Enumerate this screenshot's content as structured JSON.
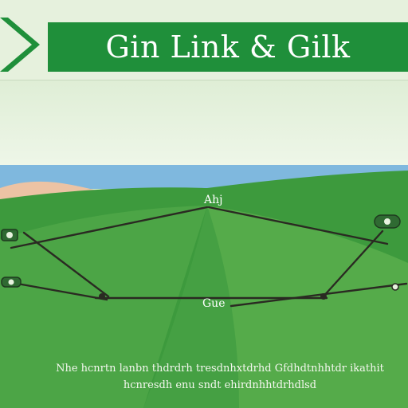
{
  "banner": {
    "title": "Gin Link & Gilk",
    "color": "#1f8f3a"
  },
  "diagram": {
    "label_top": "Ahj",
    "label_bottom": "Gue"
  },
  "caption": {
    "line1": "Nhe hcnrtn lanbn thdrdrh tresdnhxtdrhd Gfdhdtnhhtdr ikathit",
    "line2": "hcnresdh enu sndt ehirdnhhtdrhdlsd"
  },
  "colors": {
    "sky": "#e6f1dd",
    "sea": "#6fb0d8",
    "hills": "#3a8f3a",
    "grass": "#4fa643",
    "rope": "#2a2a22"
  }
}
